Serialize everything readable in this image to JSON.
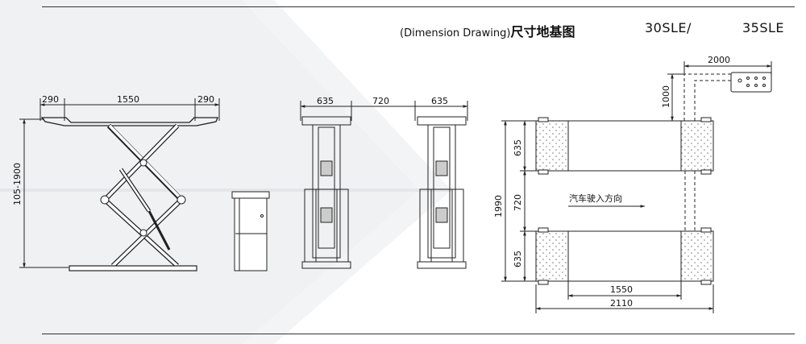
{
  "header": {
    "subtitle": "(Dimension Drawing)",
    "title_cn": "尺寸地基图",
    "model_a": "30SLE/",
    "model_b": "35SLE"
  },
  "side_view": {
    "dim_left": "290",
    "dim_mid": "1550",
    "dim_right": "290",
    "dim_height": "105-1900"
  },
  "front_view": {
    "dim_left": "635",
    "dim_gap": "720",
    "dim_right": "635"
  },
  "plan_view": {
    "dim_control_x": "2000",
    "dim_control_y": "1000",
    "dim_total_width": "1990",
    "dim_top_635": "635",
    "dim_720": "720",
    "dim_bottom_635": "635",
    "dim_1550": "1550",
    "dim_2110": "2110",
    "direction_label": "汽车驶入方向"
  },
  "colors": {
    "line": "#222222",
    "bg_arrow": "#f1f2f4",
    "dim": "#333333",
    "dots": "#888888"
  }
}
